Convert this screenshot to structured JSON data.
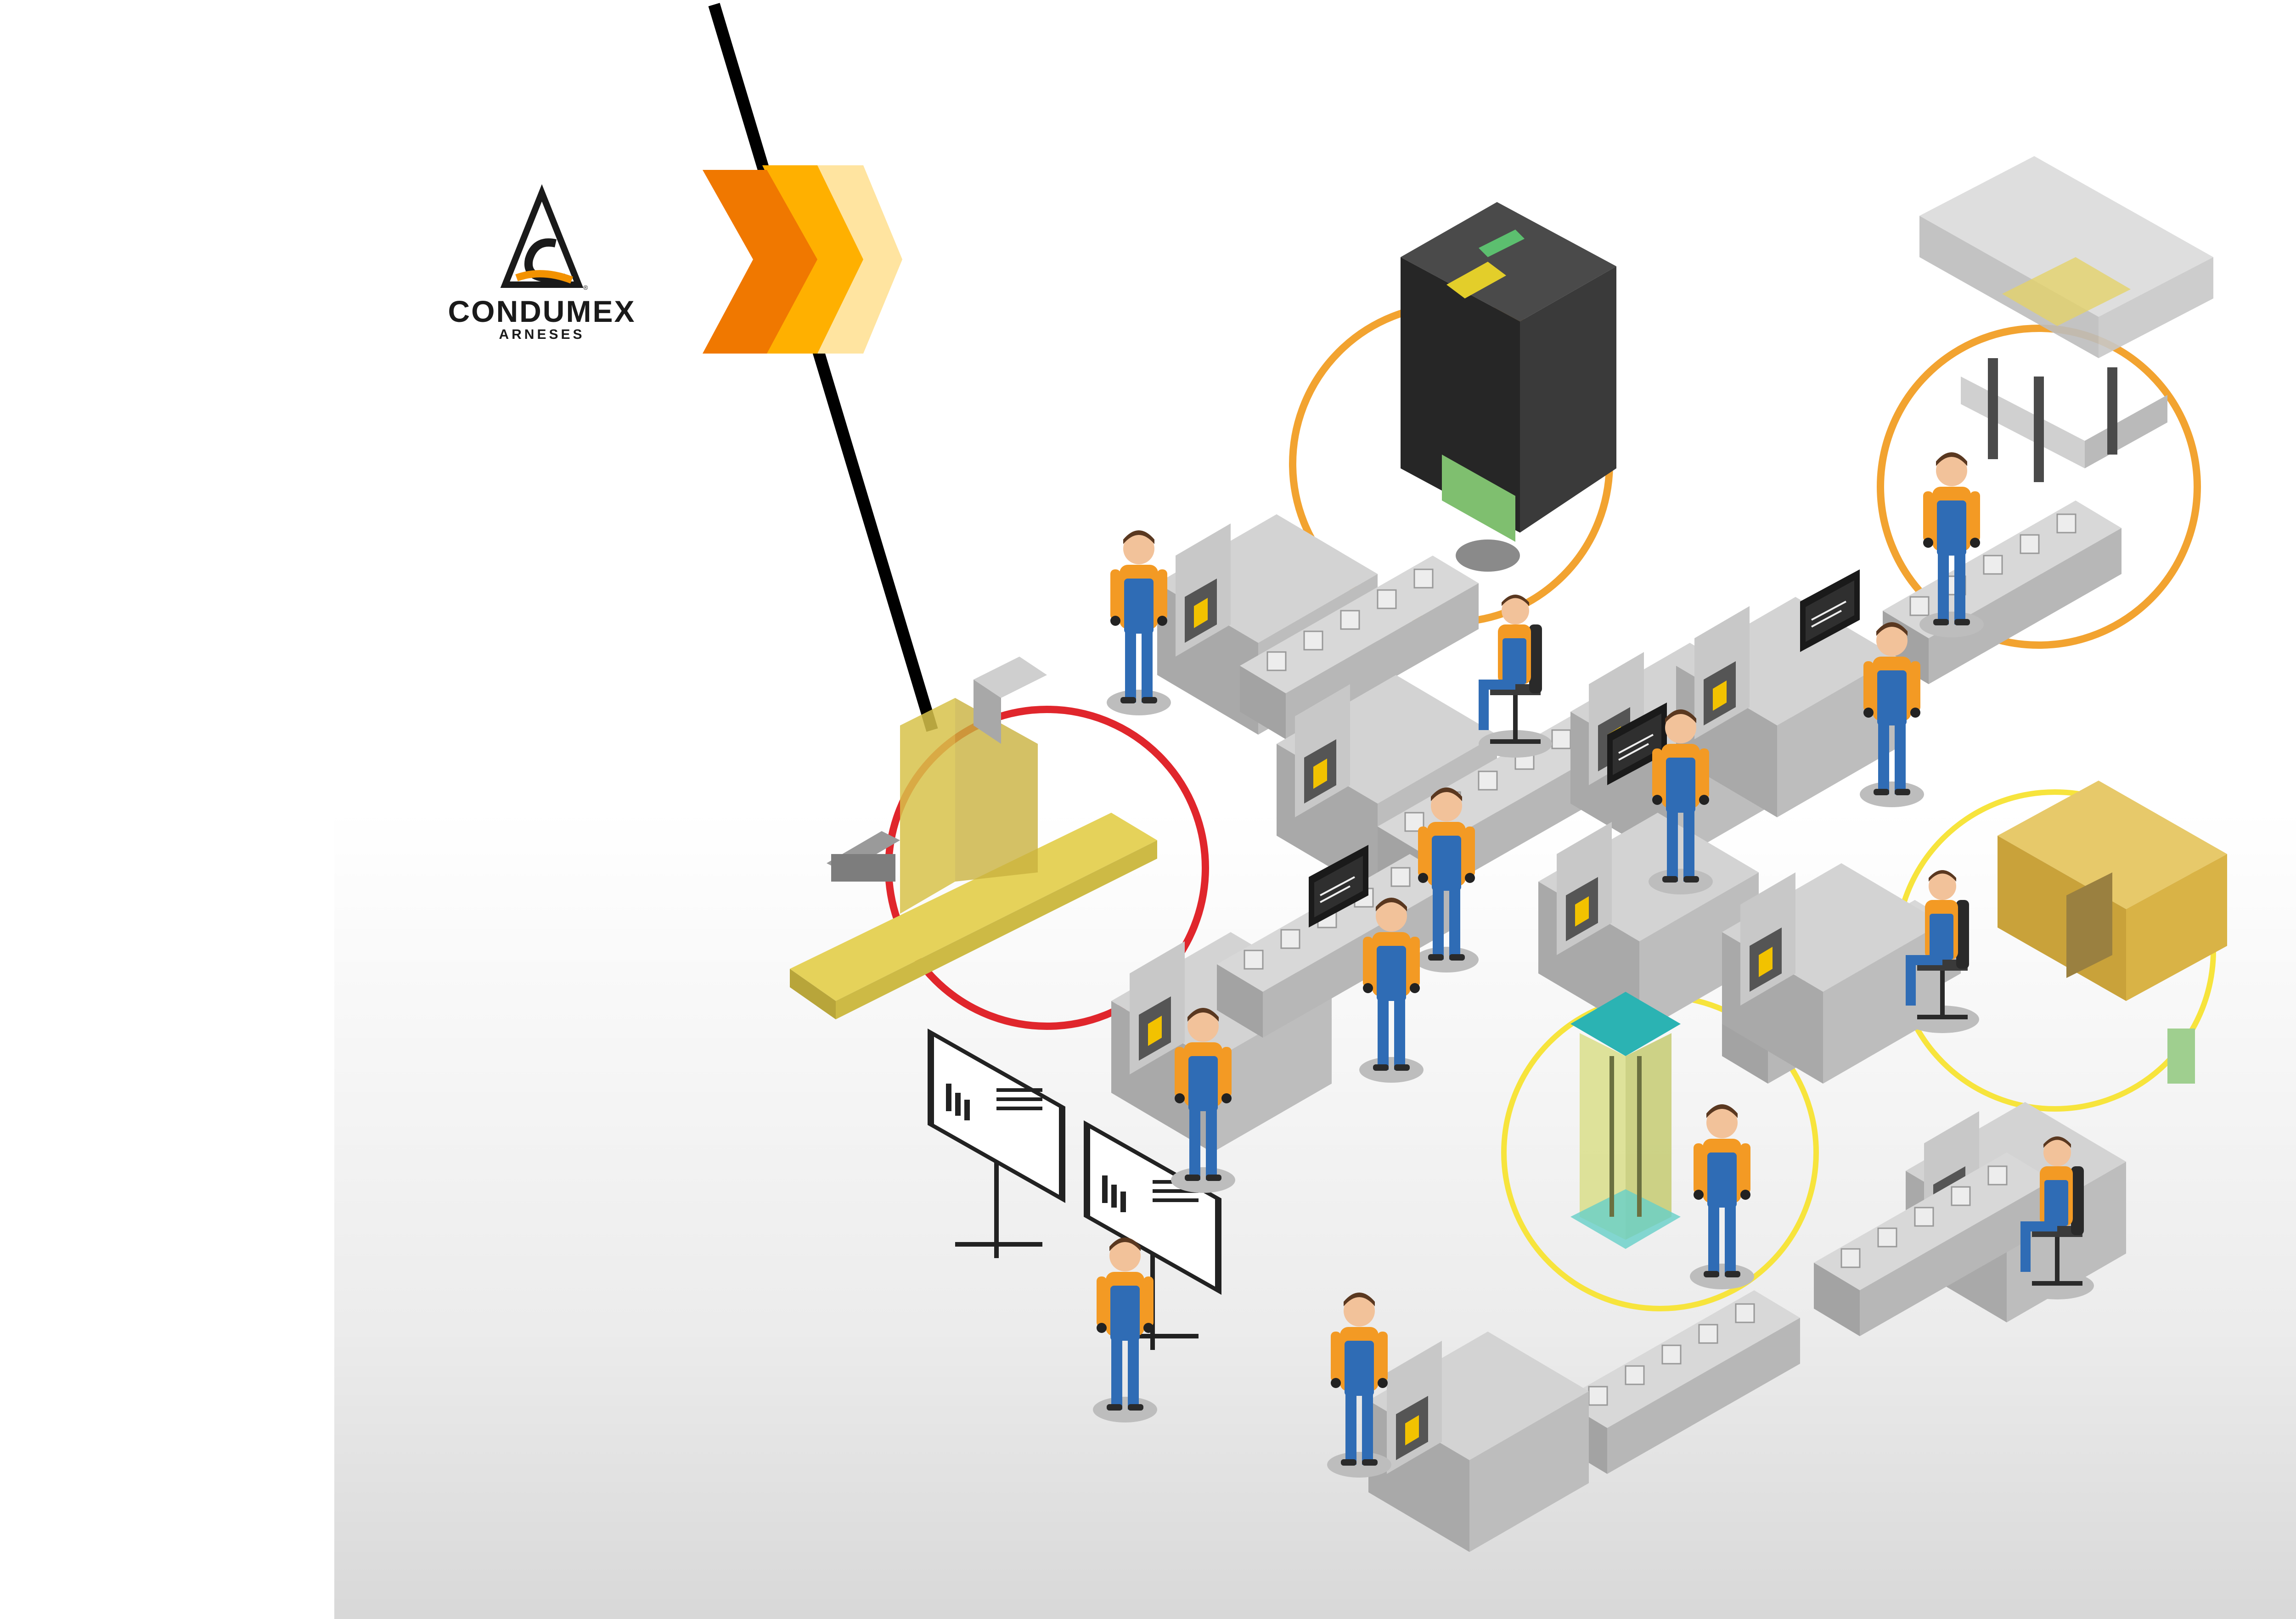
{
  "brand": {
    "name": "CONDUMEX",
    "division": "ARNESES",
    "registered": "®",
    "logo_icon": "condumex-triangle-logo",
    "colors": {
      "orange": "#F39200",
      "dark": "#1a1a1a"
    }
  },
  "chevron": {
    "icon": "chevron-right-arrows",
    "colors": [
      "#F07800",
      "#FFB000",
      "#FFE4A0"
    ]
  },
  "highlights": {
    "colors": {
      "orange_ring": "#F2A330",
      "red_ring": "#E0262C",
      "yellow_ring": "#F7E43C"
    }
  },
  "scene": {
    "machine_color": "#BFBFBF",
    "worker_colors": {
      "shirt": "#F39A24",
      "overalls": "#2F6CB5"
    },
    "tooling_colors": {
      "yellow_fixture": "#D7C24A",
      "transparent_mold": "#C9C9C9"
    }
  }
}
